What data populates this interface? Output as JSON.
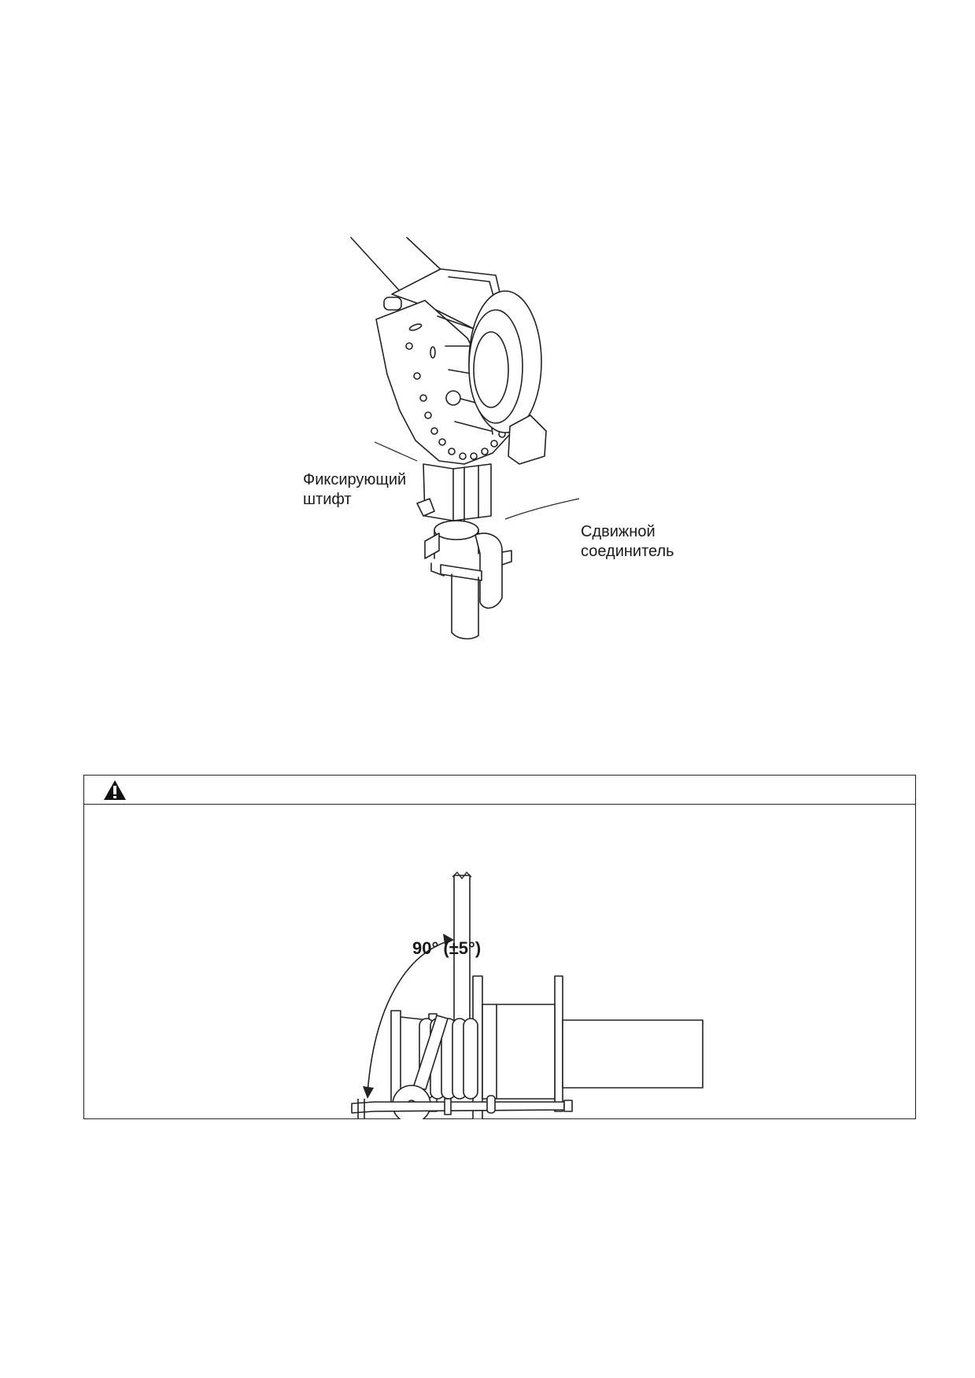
{
  "figure1": {
    "callouts": {
      "locking_pin_line1": "Фиксирующий",
      "locking_pin_line2": "штифт",
      "slide_coupler_line1": "Сдвижной",
      "slide_coupler_line2": "соединитель"
    }
  },
  "warning": {
    "icon": "warning-triangle-icon",
    "figure": {
      "angle_label": "90° (±5°)"
    }
  }
}
